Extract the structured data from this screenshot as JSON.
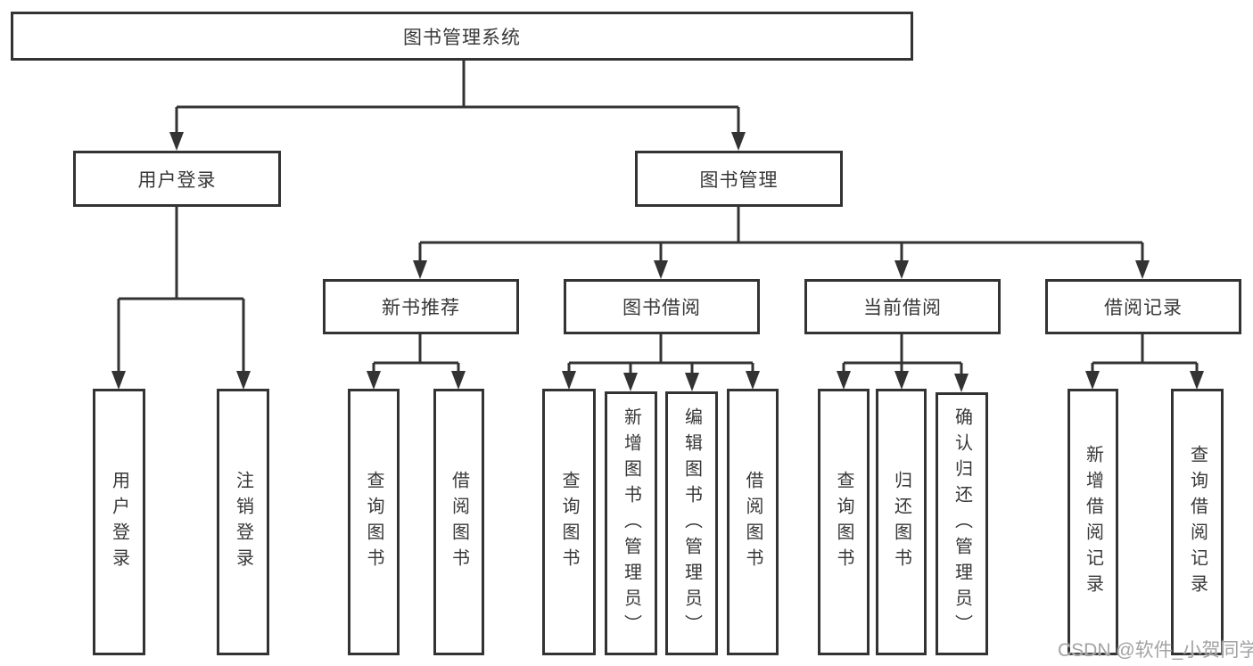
{
  "watermark": "CSDN @软件_小贺同学",
  "colors": {
    "line": "#333333",
    "text": "#383838",
    "box_background": "#ffffff",
    "watermark_text": "#a3a3a3"
  },
  "diagram": {
    "title": "图书管理系统",
    "root": {
      "label": "图书管理系统"
    },
    "level2": [
      {
        "id": "user-login",
        "label": "用户登录",
        "parent": "图书管理系统"
      },
      {
        "id": "book-management",
        "label": "图书管理",
        "parent": "图书管理系统"
      }
    ],
    "level3": [
      {
        "id": "new-book-recommend",
        "label": "新书推荐",
        "parent": "图书管理"
      },
      {
        "id": "book-borrow",
        "label": "图书借阅",
        "parent": "图书管理"
      },
      {
        "id": "current-borrow",
        "label": "当前借阅",
        "parent": "图书管理"
      },
      {
        "id": "borrow-records",
        "label": "借阅记录",
        "parent": "图书管理"
      }
    ],
    "leaves": [
      {
        "label": "用户登录",
        "parent": "用户登录"
      },
      {
        "label": "注销登录",
        "parent": "用户登录"
      },
      {
        "label": "查询图书",
        "parent": "新书推荐"
      },
      {
        "label": "借阅图书",
        "parent": "新书推荐"
      },
      {
        "label": "查询图书",
        "parent": "图书借阅"
      },
      {
        "label": "新增图书（管理员）",
        "parent": "图书借阅"
      },
      {
        "label": "编辑图书（管理员）",
        "parent": "图书借阅"
      },
      {
        "label": "借阅图书",
        "parent": "图书借阅"
      },
      {
        "label": "查询图书",
        "parent": "当前借阅"
      },
      {
        "label": "归还图书",
        "parent": "当前借阅"
      },
      {
        "label": "确认归还（管理员）",
        "parent": "当前借阅"
      },
      {
        "label": "新增借阅记录",
        "parent": "借阅记录"
      },
      {
        "label": "查询借阅记录",
        "parent": "借阅记录"
      }
    ]
  }
}
